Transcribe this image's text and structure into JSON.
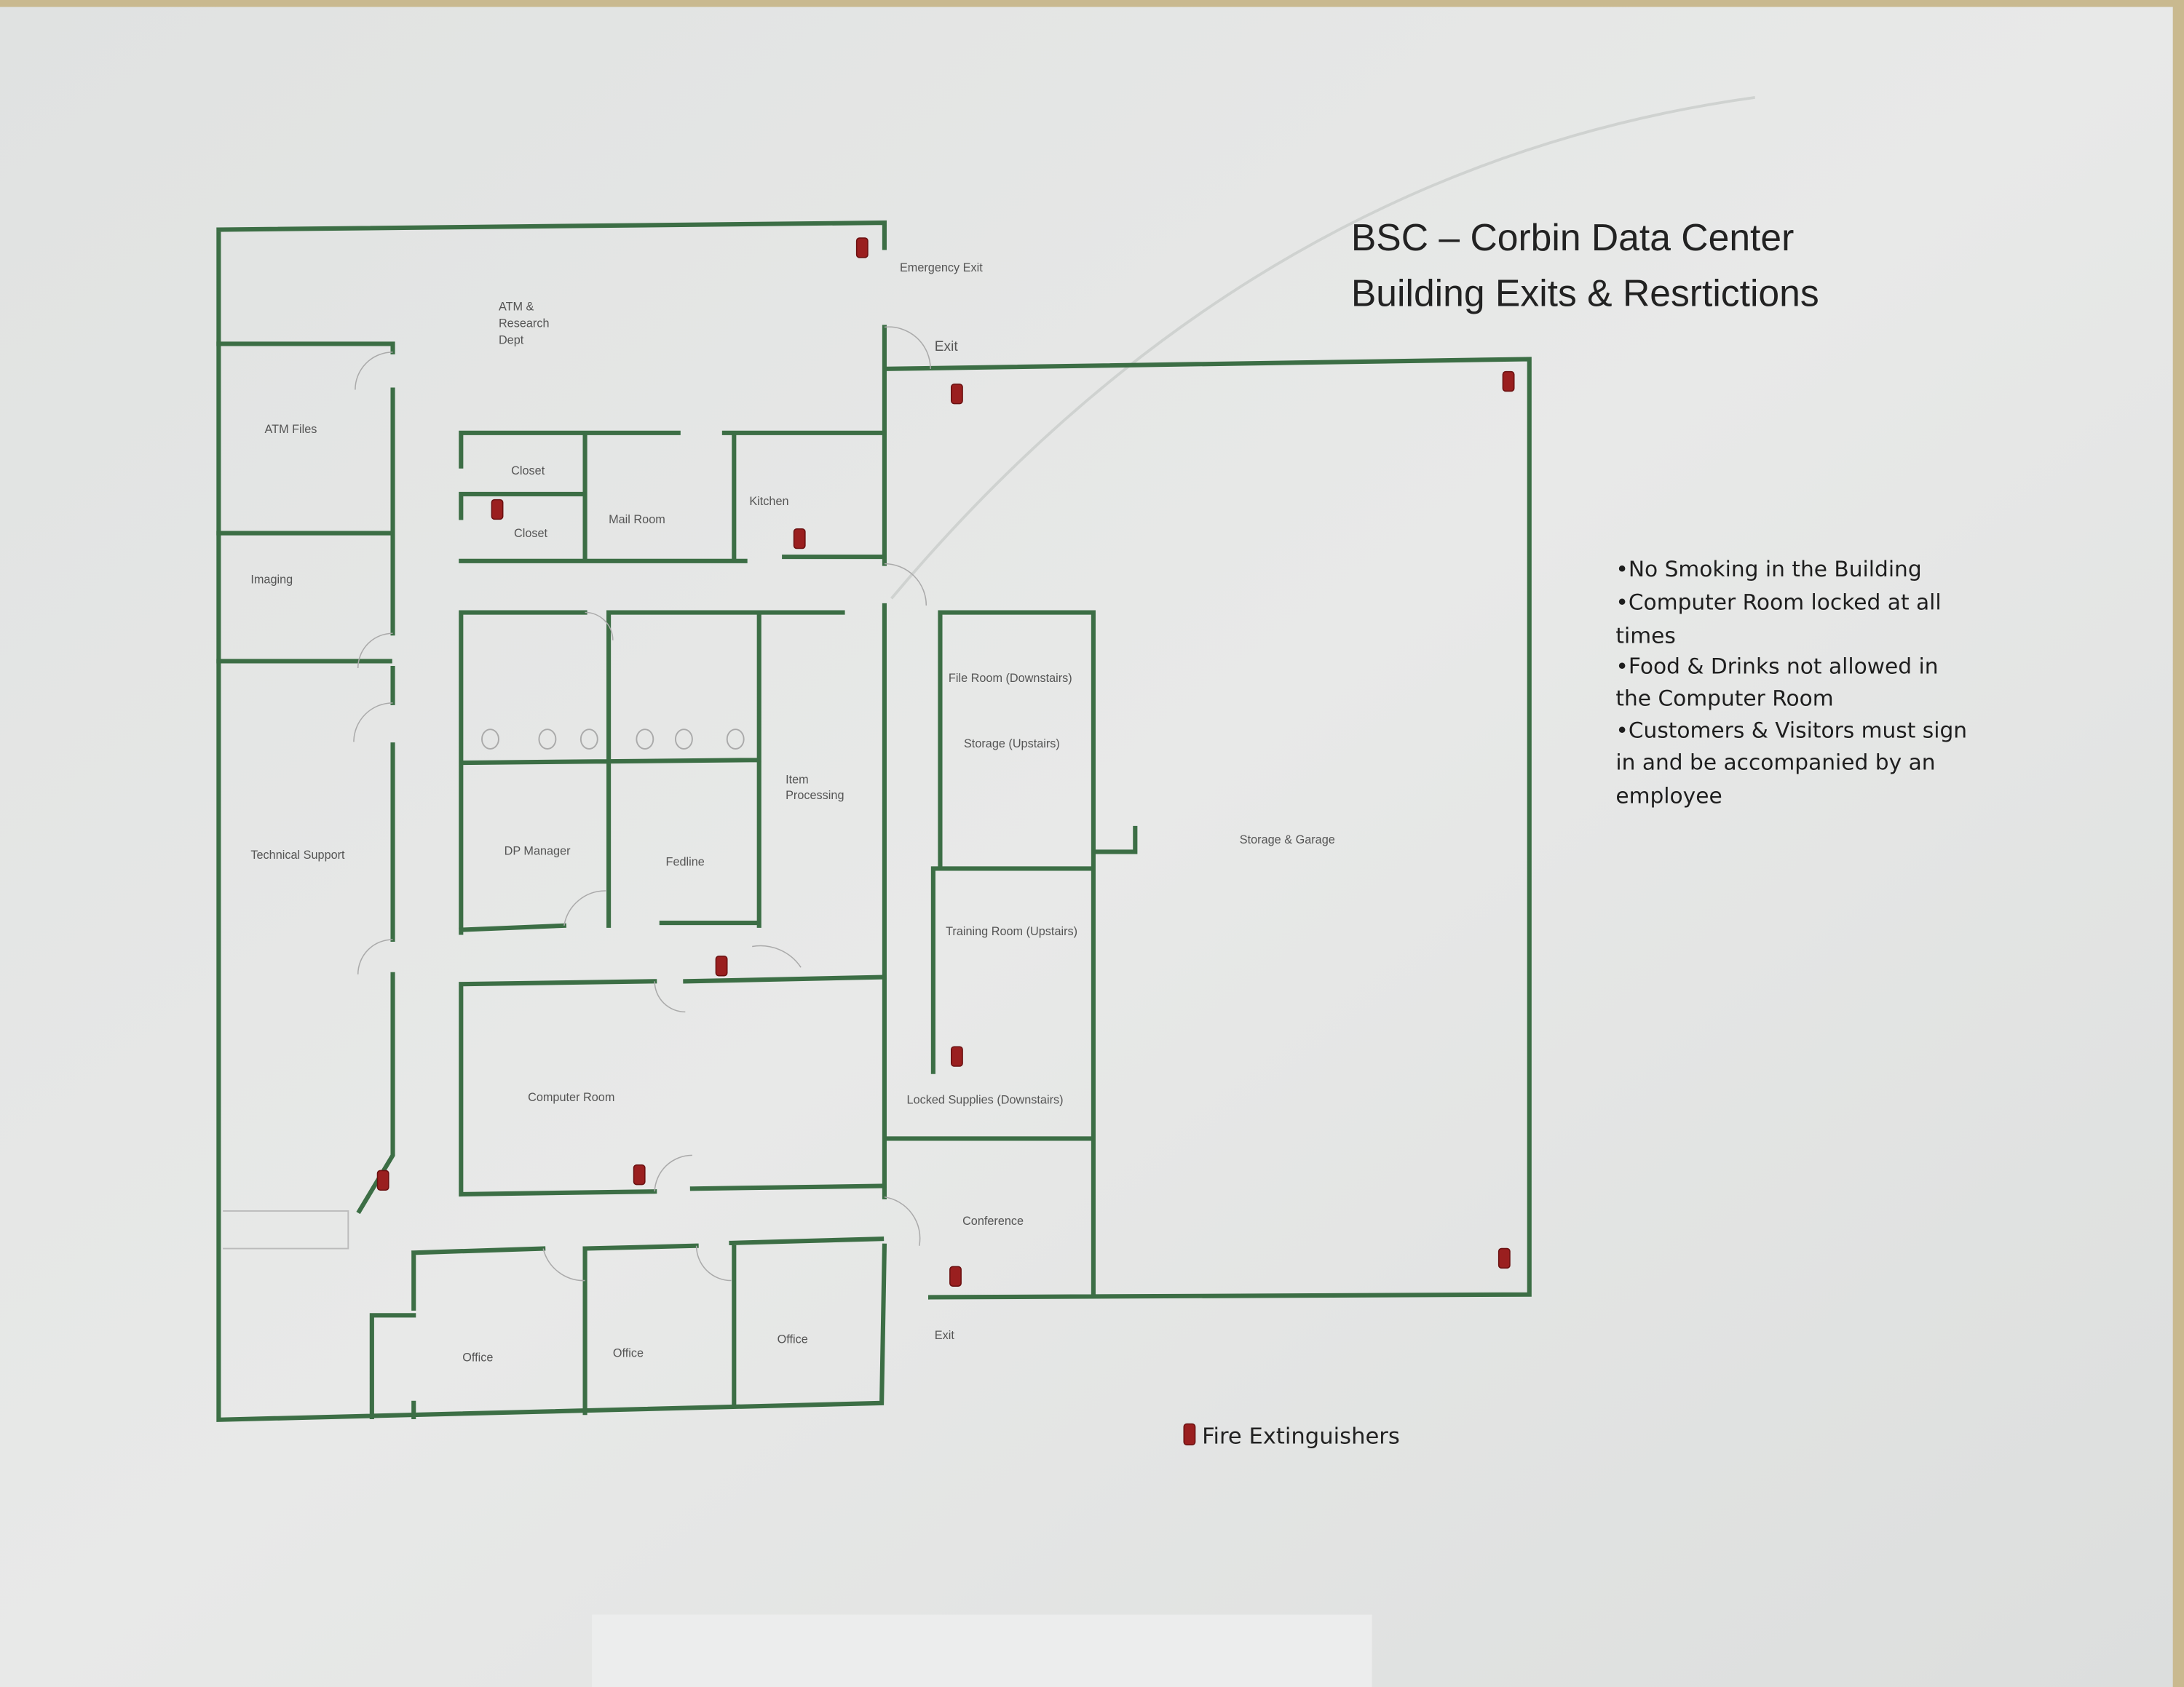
{
  "title": {
    "line1": "BSC – Corbin Data Center",
    "line2": "Building Exits & Resrtictions"
  },
  "rules": [
    "•No Smoking in the Building",
    "•Computer Room locked at all",
    "times",
    "•Food & Drinks not allowed in",
    "the Computer Room",
    "•Customers & Visitors must sign",
    "in and be accompanied by an",
    "employee"
  ],
  "rooms": {
    "atm_research_1": "ATM &",
    "atm_research_2": "Research",
    "atm_research_3": "Dept",
    "atm_files": "ATM Files",
    "imaging": "Imaging",
    "technical_support": "Technical Support",
    "closet_upper": "Closet",
    "closet_lower": "Closet",
    "mail_room": "Mail Room",
    "kitchen": "Kitchen",
    "dp_manager": "DP Manager",
    "fedline": "Fedline",
    "item_processing_1": "Item",
    "item_processing_2": "Processing",
    "computer_room": "Computer Room",
    "office_1": "Office",
    "office_2": "Office",
    "office_3": "Office",
    "file_room": "File Room (Downstairs)",
    "storage_upstairs": "Storage (Upstairs)",
    "training_room": "Training Room (Upstairs)",
    "locked_supplies": "Locked Supplies (Downstairs)",
    "conference": "Conference",
    "storage_garage": "Storage & Garage"
  },
  "exits": {
    "emergency_exit": "Emergency Exit",
    "exit_top": "Exit",
    "exit_bottom": "Exit"
  },
  "legend": {
    "fire_extinguishers": "Fire Extinguishers"
  },
  "colors": {
    "wall": "#3c6e45",
    "extinguisher": "#9a1f1f",
    "paper": "#e3e5e3"
  }
}
